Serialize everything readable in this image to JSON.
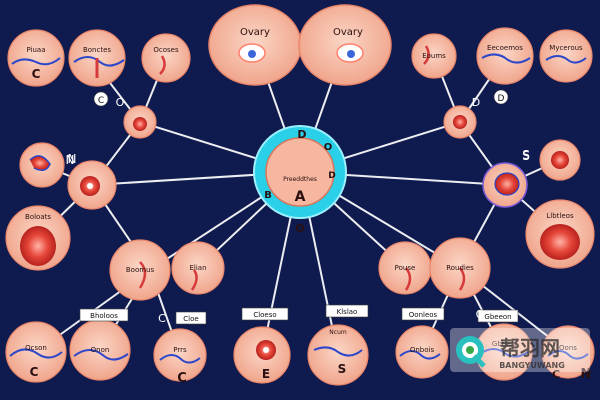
{
  "colors": {
    "background": "#0f1a4e",
    "node_fill": "#f4b9a3",
    "node_inner": "#e24a3a",
    "hub_ring": "#2ad0e8",
    "connector": "#ffffff",
    "vessel_blue": "#2c47c9"
  },
  "hub": {
    "label": "Preeddthes",
    "letter": "A",
    "ring_letters": [
      "D",
      "O",
      "D",
      "B",
      "O"
    ]
  },
  "top_nodes": [
    {
      "label": "Ovary"
    },
    {
      "label": "Ovary"
    }
  ],
  "small_nodes": [
    {
      "label": "Piuaa",
      "letter": "C"
    },
    {
      "label": "Bonctes"
    },
    {
      "label": "Ocoses"
    },
    {
      "label": "Boloats"
    },
    {
      "label": "Boomus"
    },
    {
      "label": "Elian"
    },
    {
      "label": "Eoums"
    },
    {
      "label": "Eecoemos"
    },
    {
      "label": "Mycerous"
    },
    {
      "label": "Llbtleos"
    },
    {
      "label": "Pouse"
    },
    {
      "label": "Roudies"
    },
    {
      "label": "Gbtses"
    },
    {
      "label": "Ocson",
      "letter": "C"
    },
    {
      "label": "Onon"
    },
    {
      "label": "Prrs",
      "letter": "C"
    },
    {
      "label": "",
      "letter": "E"
    },
    {
      "label": "Ncum",
      "letter": "S"
    },
    {
      "label": "Onbois"
    },
    {
      "label": "Oons",
      "letter": "C"
    },
    {
      "label": "",
      "letter": "N"
    },
    {
      "label": "",
      "letter": "N"
    },
    {
      "label": "",
      "letter": "S"
    }
  ],
  "tags": [
    {
      "text": "Bholoos"
    },
    {
      "text": "Cloe"
    },
    {
      "text": "Cloeso"
    },
    {
      "text": "Klslao"
    },
    {
      "text": "Oonleos"
    },
    {
      "text": "Gbeeon"
    },
    {
      "text": "C"
    },
    {
      "text": "D"
    }
  ],
  "side_letters": [
    "N",
    "S",
    "O",
    "C",
    "O",
    "D"
  ],
  "watermark": {
    "title": "帮羽网",
    "subtitle": "BANGYUWANG"
  }
}
